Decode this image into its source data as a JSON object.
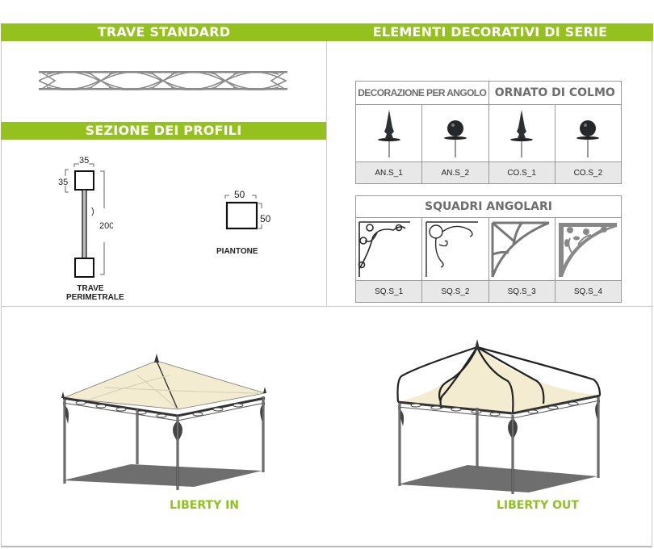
{
  "sections": {
    "trave_standard": {
      "title": "TRAVE STANDARD"
    },
    "elementi_decorativi": {
      "title": "ELEMENTI DECORATIVI DI SERIE"
    },
    "sezione_profili": {
      "title": "SEZIONE DEI PROFILI",
      "trave_perimetrale": {
        "label_line1": "TRAVE",
        "label_line2": "PERIMETRALE",
        "width": "35",
        "height": "35",
        "total_height": "200",
        "partial_mark": ")"
      },
      "piantone": {
        "label": "PIANTONE",
        "width": "50",
        "height": "50"
      }
    }
  },
  "decorations_table": {
    "headers": [
      "DECORAZIONE PER ANGOLO",
      "ORNATO DI COLMO"
    ],
    "items": [
      {
        "code": "AN.S_1",
        "icon": "spike-finial-icon"
      },
      {
        "code": "AN.S_2",
        "icon": "ball-finial-icon"
      },
      {
        "code": "CO.S_1",
        "icon": "spike-finial-icon"
      },
      {
        "code": "CO.S_2",
        "icon": "ball-finial-icon"
      }
    ]
  },
  "squadri_table": {
    "header": "SQUADRI ANGOLARI",
    "items": [
      {
        "code": "SQ.S_1",
        "icon": "scroll-bracket-icon"
      },
      {
        "code": "SQ.S_2",
        "icon": "curl-bracket-icon"
      },
      {
        "code": "SQ.S_3",
        "icon": "solid-arc-bracket-icon"
      },
      {
        "code": "SQ.S_4",
        "icon": "floral-bracket-icon"
      }
    ]
  },
  "products": [
    {
      "name": "LIBERTY IN"
    },
    {
      "name": "LIBERTY OUT"
    }
  ],
  "colors": {
    "accent_green": "#95c11f",
    "label_green": "#8dc21f",
    "canopy": "#f3ecd0",
    "frame_dark": "#3a3a3a",
    "shadow": "#6e6e6e",
    "header_gray": "#6d6d6d",
    "code_bg": "#e8e8e8"
  }
}
